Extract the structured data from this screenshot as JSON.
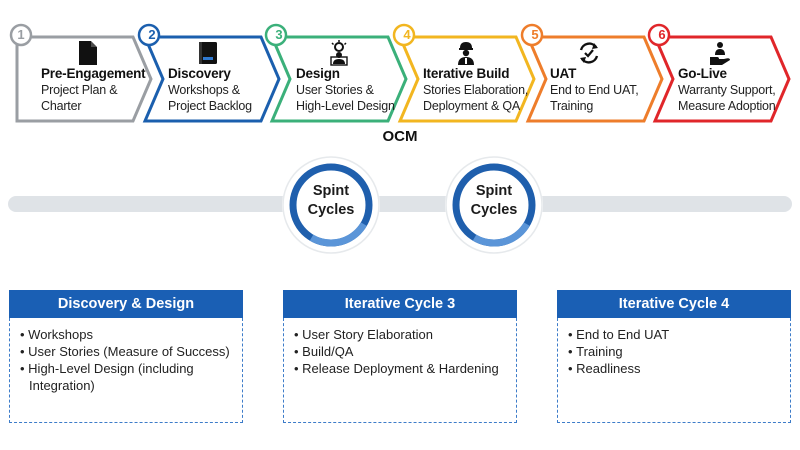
{
  "phases": [
    {
      "number": "1",
      "title": "Pre-Engagement",
      "lines": [
        "Project Plan &",
        "Charter"
      ],
      "color": "#9a9ea3",
      "icon": "document-icon"
    },
    {
      "number": "2",
      "title": "Discovery",
      "lines": [
        "Workshops &",
        "Project Backlog"
      ],
      "color": "#1b5fae",
      "icon": "notebook-icon"
    },
    {
      "number": "3",
      "title": "Design",
      "lines": [
        "User Stories &",
        "High-Level Design"
      ],
      "color": "#3bb07a",
      "icon": "idea-person-icon"
    },
    {
      "number": "4",
      "title": "Iterative Build",
      "lines": [
        "Stories Elaboration,",
        "Deployment & QA"
      ],
      "color": "#f2b620",
      "icon": "builder-icon"
    },
    {
      "number": "5",
      "title": "UAT",
      "lines": [
        "End to End UAT,",
        "Training"
      ],
      "color": "#ee7d2b",
      "icon": "refresh-check-icon"
    },
    {
      "number": "6",
      "title": "Go-Live",
      "lines": [
        "Warranty Support,",
        "Measure Adoption"
      ],
      "color": "#e0262a",
      "icon": "hand-person-icon"
    }
  ],
  "ocm_label": "OCM",
  "cycles": [
    {
      "line1": "Spint",
      "line2": "Cycles"
    },
    {
      "line1": "Spint",
      "line2": "Cycles"
    }
  ],
  "cards": [
    {
      "title": "Discovery & Design",
      "items": [
        "Workshops",
        "User Stories (Measure of Success)",
        "High-Level Design (including Integration)"
      ]
    },
    {
      "title": "Iterative Cycle 3",
      "items": [
        "User Story Elaboration",
        "Build/QA",
        "Release Deployment & Hardening"
      ]
    },
    {
      "title": "Iterative Cycle 4",
      "items": [
        "End to End UAT",
        "Training",
        "Readliness"
      ]
    }
  ],
  "colors": {
    "accent_blue": "#1a5fb4",
    "track": "#dfe3e7",
    "ring": "#1f5fad"
  }
}
